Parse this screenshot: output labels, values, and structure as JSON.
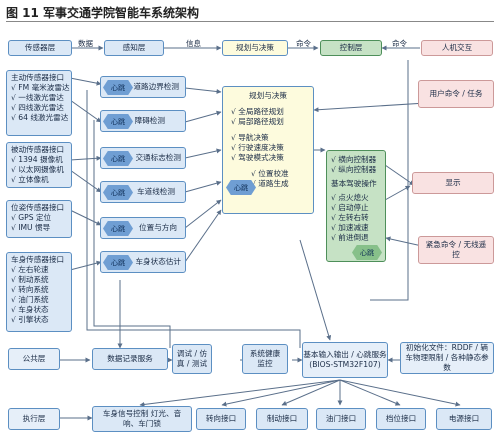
{
  "figure": {
    "title": "图 11  军事交通学院智能车系统架构"
  },
  "top_row": {
    "sensor_layer": "传感器层",
    "data_label": "数据",
    "perception_layer": "感知层",
    "info_label": "信息",
    "planning": "规划与决策",
    "cmd_label_1": "命令",
    "control_layer": "控制层",
    "cmd_label_2": "命令",
    "hmi": "人机交互"
  },
  "sensors": {
    "active": {
      "title": "主动传感器接口",
      "items": [
        "√ FM 毫米波雷达",
        "√ 一线激光雷达",
        "√ 四线激光雷达",
        "√ 64 线激光雷达"
      ]
    },
    "passive": {
      "title": "被动传感器接口",
      "items": [
        "√ 1394 摄像机",
        "√ 以太网摄像机",
        "√ 立体像机"
      ]
    },
    "position": {
      "title": "位姿传感器接口",
      "items": [
        "√ GPS 定位",
        "√ IMU 惯导"
      ]
    },
    "vehicle": {
      "title": "车身传感器接口",
      "items": [
        "√ 左右轮速",
        "√ 制动系统",
        "√ 转向系统",
        "√ 油门系统",
        "√ 车身状态",
        "√ 引擎状态"
      ]
    }
  },
  "heartbeat": "心跳",
  "perception_modules": [
    "道路边界检测",
    "障碍检测",
    "交通标志检测",
    "车道线检测",
    "位置与方向",
    "车身状态估计"
  ],
  "planning_box": {
    "title": "规划与决策",
    "group1": [
      "√ 全局路径规划",
      "√ 局部路径规划"
    ],
    "group2": [
      "√ 导航决策",
      "√ 行驶速度决策",
      "√ 驾驶模式决策"
    ],
    "group3": [
      "√ 位置校准",
      "√ 道路生成"
    ]
  },
  "control_box": {
    "group1": [
      "√ 横向控制器",
      "√ 纵向控制器"
    ],
    "group2_title": "基本驾驶操作",
    "group2": [
      "√ 点火熄火",
      "√ 启动停止",
      "√ 左转右转",
      "√ 加速减速",
      "√ 前进倒退"
    ]
  },
  "right_panel": {
    "user_cmd": "用户命令 / 任务",
    "display": "显示",
    "emergency": "紧急命令 / 无线遥控"
  },
  "public": {
    "label": "公共层",
    "data_record": "数据记录服务",
    "debug": "调试 / 仿真 / 测试",
    "health": "系统健康监控",
    "basic_io": "基本输入输出 / 心跳服务",
    "bios": "(BIOS-STM32F107)",
    "init_files": "初始化文件：RDDF / 辆车物理限制 / 各种静态参数"
  },
  "exec": {
    "label": "执行层",
    "items": [
      "车身信号控制 灯光、音响、车门锁",
      "转向接口",
      "制动接口",
      "油门接口",
      "档位接口",
      "电源接口"
    ]
  },
  "colors": {
    "box_blue": "#dbe8f6",
    "planning_yellow": "#fdfbdd",
    "control_green": "#c6e2c5",
    "user_pink": "#f9e2e2",
    "line": "#5a6f8a"
  }
}
